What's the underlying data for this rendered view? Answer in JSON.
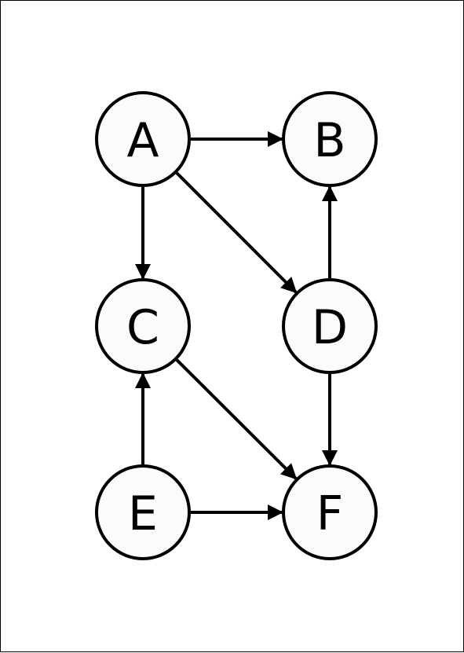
{
  "diagram": {
    "nodes": [
      {
        "id": "A",
        "label": "A"
      },
      {
        "id": "B",
        "label": "B"
      },
      {
        "id": "C",
        "label": "C"
      },
      {
        "id": "D",
        "label": "D"
      },
      {
        "id": "E",
        "label": "E"
      },
      {
        "id": "F",
        "label": "F"
      }
    ],
    "edges": [
      {
        "from": "A",
        "to": "B"
      },
      {
        "from": "A",
        "to": "C"
      },
      {
        "from": "A",
        "to": "D"
      },
      {
        "from": "D",
        "to": "B"
      },
      {
        "from": "C",
        "to": "F"
      },
      {
        "from": "D",
        "to": "F"
      },
      {
        "from": "E",
        "to": "C"
      },
      {
        "from": "E",
        "to": "F"
      }
    ],
    "colors": {
      "stroke": "#000000",
      "node_fill": "#fbfbfb",
      "background": "#ffffff"
    }
  }
}
